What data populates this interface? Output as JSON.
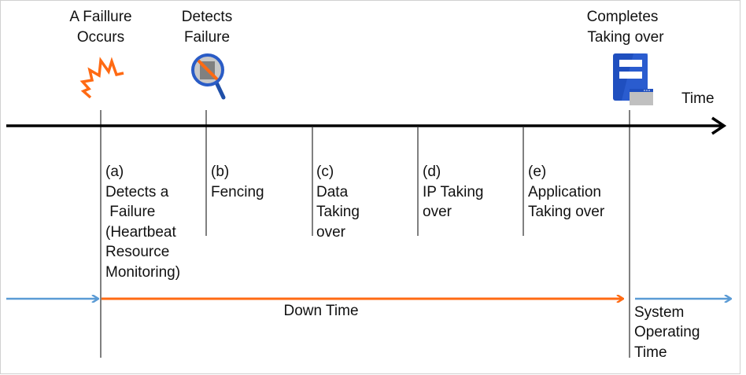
{
  "events": {
    "failure": [
      "A Faillure",
      "Occurs"
    ],
    "detect": [
      "Detects",
      "Failure"
    ],
    "complete": [
      "Completes",
      "Taking over"
    ]
  },
  "axis_label": "Time",
  "steps": [
    [
      "(a)",
      "Detects a",
      " Failure",
      "(Heartbeat",
      "Resource",
      "Monitoring)"
    ],
    [
      "(b)",
      "Fencing"
    ],
    [
      "(c)",
      "Data",
      "Taking",
      "over"
    ],
    [
      "(d)",
      "IP Taking",
      "over"
    ],
    [
      "(e)",
      "Application",
      "Taking over"
    ]
  ],
  "down_time": "Down Time",
  "operating_time": [
    "System",
    "Operating",
    "Time"
  ],
  "icons": [
    "lightning-icon",
    "magnifier-icon",
    "server-icon"
  ],
  "colors": {
    "down": "#ff6a13",
    "operating": "#5b9bd5",
    "server": "#1f4fbf",
    "axis": "#000000"
  }
}
